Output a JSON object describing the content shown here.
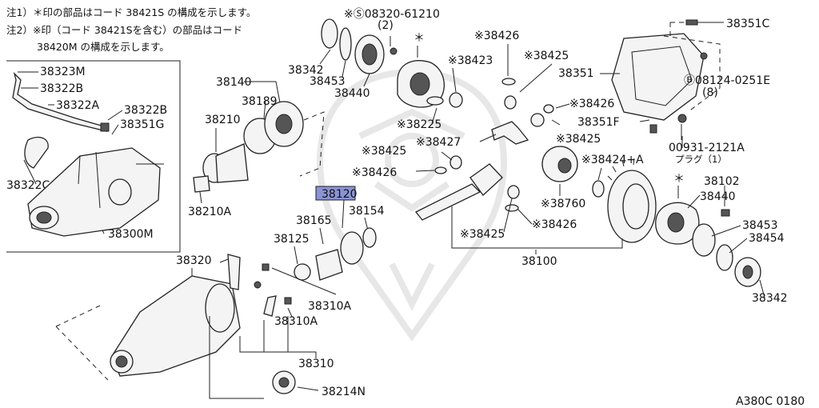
{
  "notes": {
    "line1": "注1）＊印の部品はコード 38421S の構成を示します。",
    "line2": "注2）※印（コード 38421Sを含む）の部品はコード",
    "line3": "38420M の構成を示します。"
  },
  "inset": {
    "labels": [
      "38323M",
      "38322B",
      "38322A",
      "38322B",
      "38351G",
      "38322C",
      "38300M"
    ]
  },
  "parts": {
    "p38342_top": "38342",
    "p38453_top": "38453",
    "p38440_top": "38440",
    "bolt_s": "※Ⓢ08320-61210",
    "bolt_s_qty": "(2)",
    "star_top": "＊",
    "p38426_a": "※38426",
    "p38425_a": "※38425",
    "p38423": "※38423",
    "p38351c": "38351C",
    "p38351": "38351",
    "bolt_b": "Ⓑ08124-0251E",
    "bolt_b_qty": "(8)",
    "p38426_b": "※38426",
    "p38351f": "38351F",
    "p38225": "※38225",
    "p38427": "※38427",
    "p38425_b": "※38425",
    "plug_code": "00931-2121A",
    "plug_name": "プラグ（1）",
    "p38425_c": "※38425",
    "p38424": "※38424+A",
    "p38426_c": "※38426",
    "p38760": "※38760",
    "p38140": "38140",
    "p38189": "38189",
    "p38210": "38210",
    "p38210a": "38210A",
    "p38120": "38120",
    "p38165": "38165",
    "p38154": "38154",
    "p38125": "38125",
    "p38425_d": "※38425",
    "p38426_d": "※38426",
    "p38100": "38100",
    "star_mid": "＊",
    "p38102": "38102",
    "p38440_mid": "38440",
    "p38453_mid": "38453",
    "p38454": "38454",
    "p38342_mid": "38342",
    "p38320": "38320",
    "p38310a_1": "38310A",
    "p38310a_2": "38310A",
    "p38310": "38310",
    "p38214n": "38214N"
  },
  "footer_code": "A380C 0180",
  "colors": {
    "highlight": "#8b93d6",
    "line": "#222222"
  }
}
